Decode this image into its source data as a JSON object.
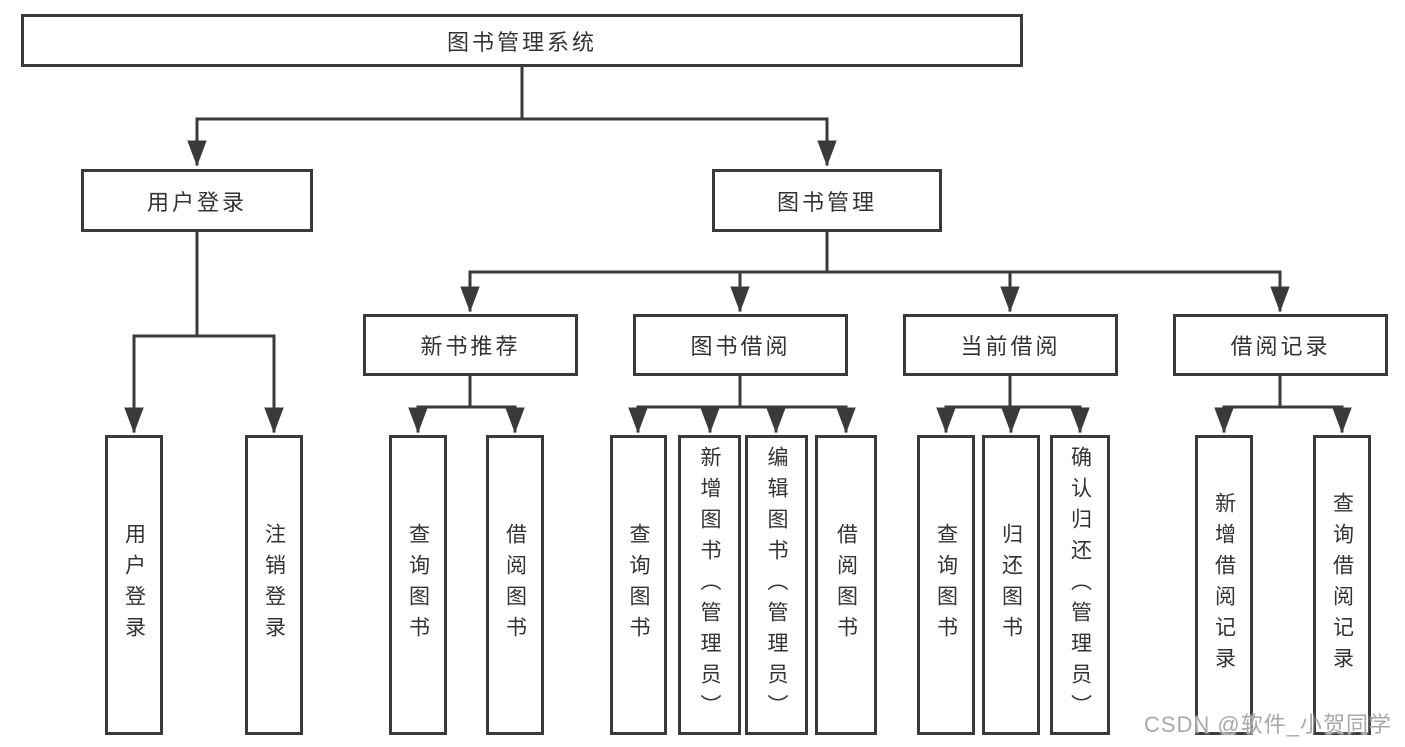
{
  "colors": {
    "line": "#3a3a3c",
    "box_border": "#3a3a3c",
    "text": "#333333",
    "watermark": "#a8a8a8",
    "background": "#ffffff"
  },
  "tree": {
    "root": {
      "label": "图书管理系统"
    },
    "children": [
      {
        "label": "用户登录",
        "children": [
          {
            "label": "用户登录"
          },
          {
            "label": "注销登录"
          }
        ]
      },
      {
        "label": "图书管理",
        "children": [
          {
            "label": "新书推荐",
            "children": [
              {
                "label": "查询图书"
              },
              {
                "label": "借阅图书"
              }
            ]
          },
          {
            "label": "图书借阅",
            "children": [
              {
                "label": "查询图书"
              },
              {
                "label": "新增图书（管理员）"
              },
              {
                "label": "编辑图书（管理员）"
              },
              {
                "label": "借阅图书"
              }
            ]
          },
          {
            "label": "当前借阅",
            "children": [
              {
                "label": "查询图书"
              },
              {
                "label": "归还图书"
              },
              {
                "label": "确认归还（管理员）"
              }
            ]
          },
          {
            "label": "借阅记录",
            "children": [
              {
                "label": "新增借阅记录"
              },
              {
                "label": "查询借阅记录"
              }
            ]
          }
        ]
      }
    ]
  },
  "watermark": "CSDN @软件_小贺同学"
}
